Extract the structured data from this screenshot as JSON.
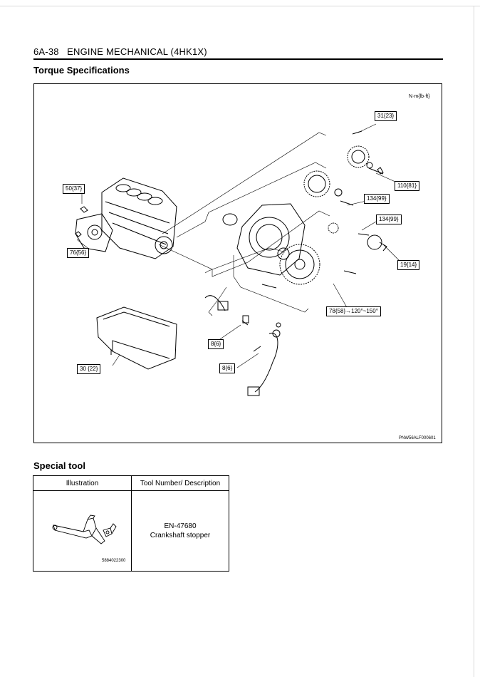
{
  "header": {
    "section": "6A-38",
    "title": "ENGINE MECHANICAL (4HK1X)"
  },
  "torque": {
    "heading": "Torque Specifications",
    "units": "N·m{lb·ft}",
    "figure_code": "PNW56ALF000601",
    "callouts": [
      "31{23}",
      "50{37}",
      "110{81}",
      "134{99}",
      "134{99}",
      "76{56}",
      "19{14}",
      "78{58}→120°~150°",
      "8{6}",
      "8{6}",
      "30 {22}"
    ]
  },
  "special_tool": {
    "heading": "Special tool",
    "columns": [
      "Illustration",
      "Tool Number/ Description"
    ],
    "rows": [
      {
        "image_code": "5884022300",
        "number": "EN-47680",
        "description": "Crankshaft stopper"
      }
    ]
  }
}
